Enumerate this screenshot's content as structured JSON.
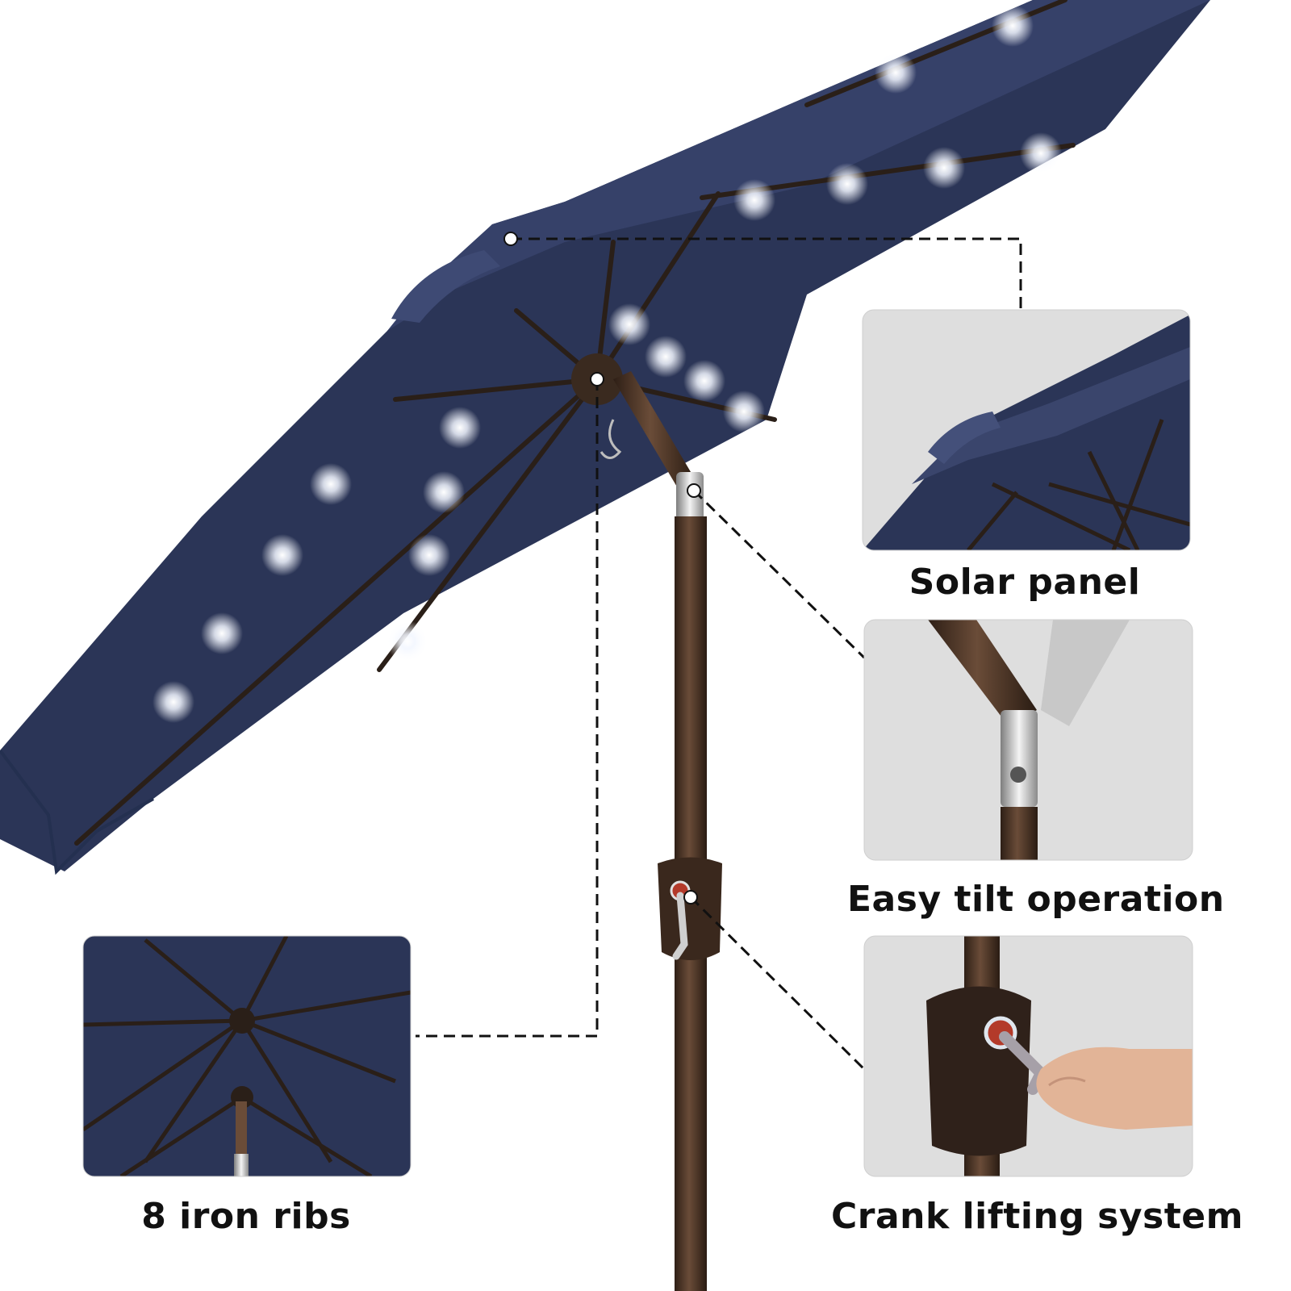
{
  "callouts": {
    "solar_panel": "Solar panel",
    "easy_tilt": "Easy tilt operation",
    "iron_ribs": "8 iron ribs",
    "crank_lift": "Crank lifting system"
  },
  "colors": {
    "canopy": "#2b3557",
    "canopy_light": "#3a456c",
    "pole": "#4a3426",
    "panel_bg": "#dedede",
    "led": "#ffffff",
    "callout_line": "#111111"
  }
}
